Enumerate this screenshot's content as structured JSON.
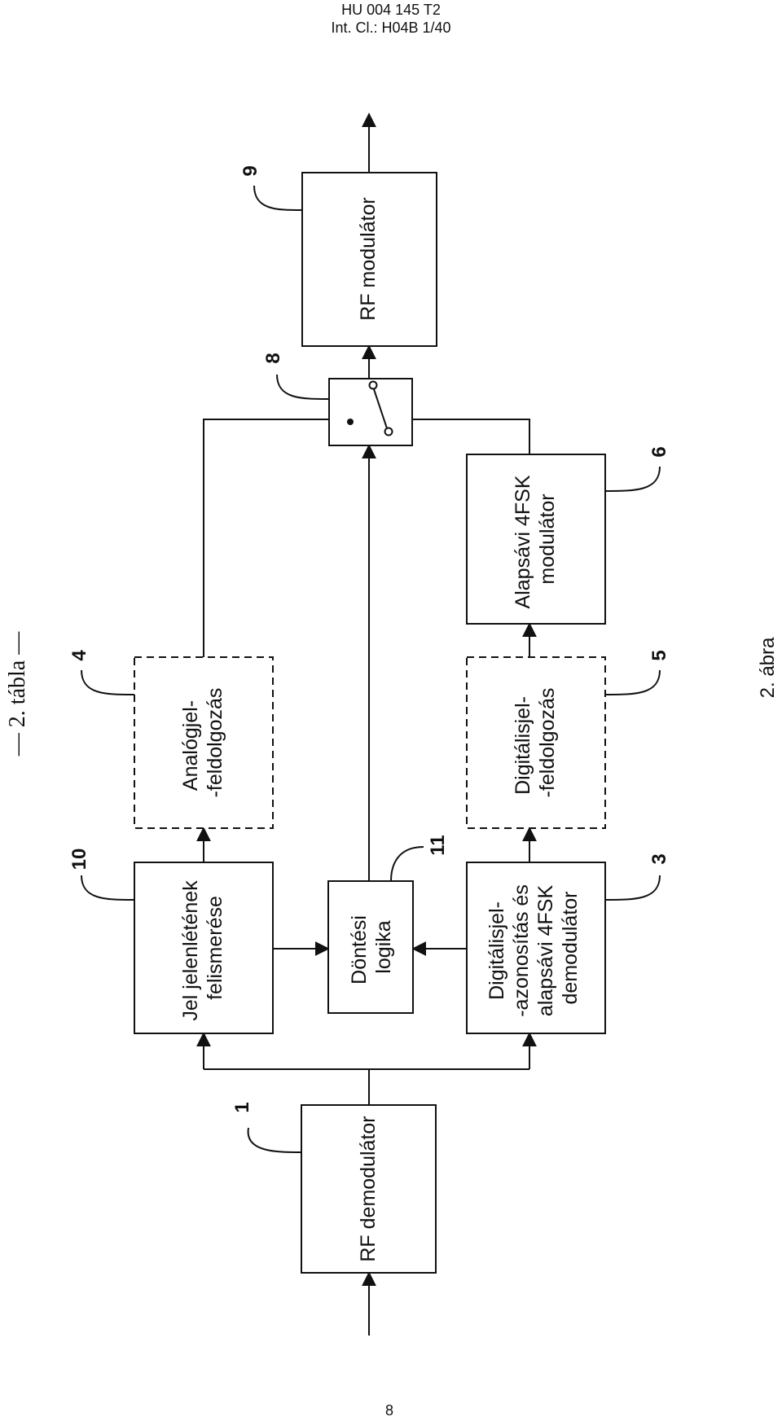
{
  "header": {
    "line1": "HU 004 145 T2",
    "line2": "Int. Cl.: H04B 1/40"
  },
  "table_label": "— 2. tábla —",
  "figure_caption": "2. ábra",
  "page_number": "8",
  "blocks": {
    "rf_demod": {
      "num": "1",
      "lines": [
        "RF demodulátor"
      ]
    },
    "detect": {
      "num": "10",
      "lines": [
        "Jel jelenlétének",
        "felismerése"
      ]
    },
    "analog": {
      "num": "4",
      "lines": [
        "Analógjel-",
        "-feldolgozás"
      ]
    },
    "decision": {
      "num": "11",
      "lines": [
        "Döntési",
        "logika"
      ]
    },
    "digid": {
      "num": "3",
      "lines": [
        "Digitálisjel-",
        "-azonosítás és",
        "alapsávi 4FSK",
        "demodulátor"
      ]
    },
    "digproc": {
      "num": "5",
      "lines": [
        "Digitálisjel-",
        "-feldolgozás"
      ]
    },
    "fsk_mod": {
      "num": "6",
      "lines": [
        "Alapsávi 4FSK",
        "modulátor"
      ]
    },
    "switch": {
      "num": "8"
    },
    "rf_mod": {
      "num": "9",
      "lines": [
        "RF modulátor"
      ]
    }
  }
}
